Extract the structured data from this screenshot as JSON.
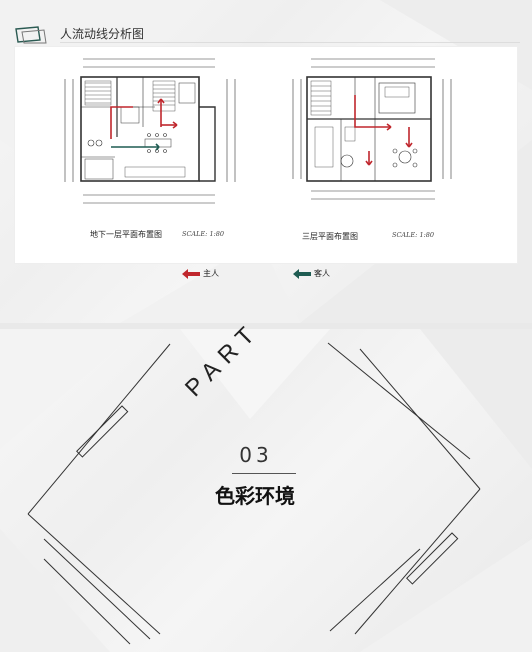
{
  "slide1": {
    "title": "人流动线分析图",
    "plan_left": {
      "caption": "地下一层平面布置图",
      "scale": "SCALE: 1:80"
    },
    "plan_right": {
      "caption": "三层平面布置图",
      "scale": "SCALE: 1:80"
    },
    "legend": [
      {
        "label": "主人",
        "color": "#c0272d"
      },
      {
        "label": "客人",
        "color": "#1f5c52"
      }
    ]
  },
  "slide2": {
    "part": "PART",
    "number": "03",
    "heading": "色彩环境"
  }
}
